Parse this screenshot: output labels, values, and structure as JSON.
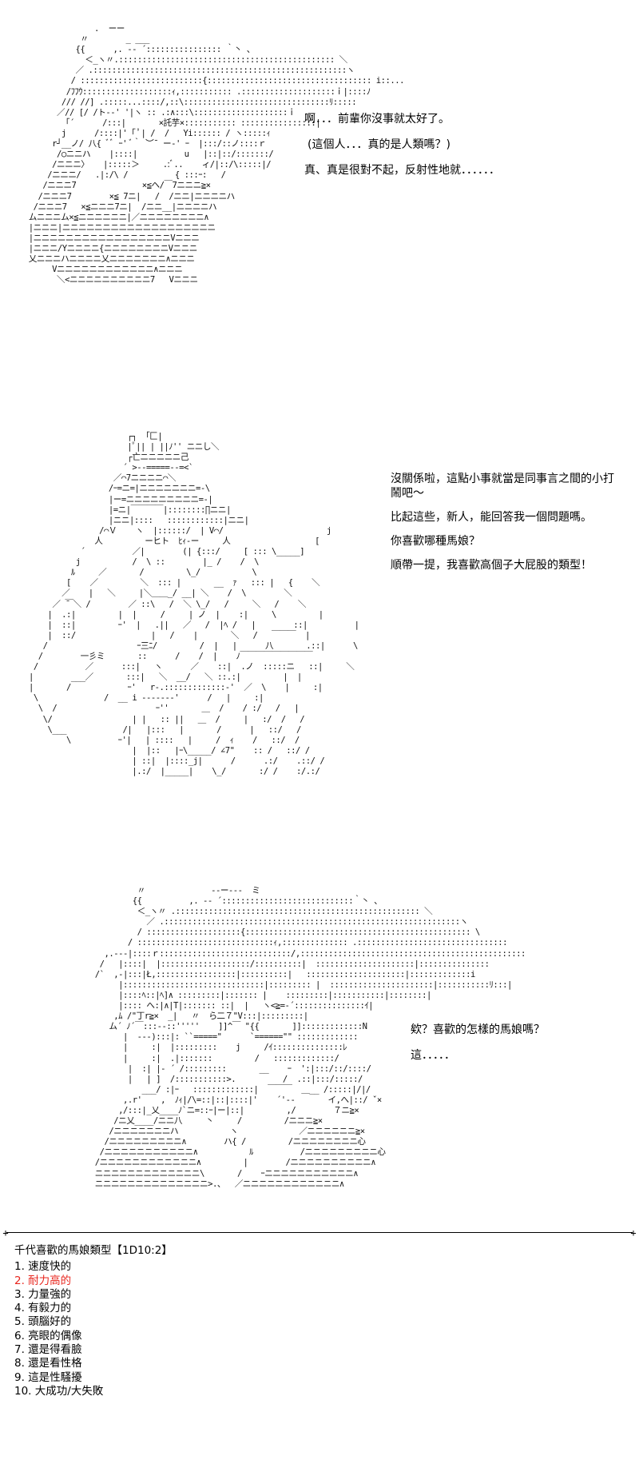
{
  "panel1": {
    "art": "                .  ーー\n             〃        _ ___\n            {{      ,. -‐ ´:::::::::::::::: ｀丶 、\n              ＜_ヽ〃.:::::::::::::::::::::::::::::::::::::::::::::: ＼\n            ／ .::::::::::::::::::::::::::::::::::::::::::::::::::::::ヽ\n           / ::::::::::::::::::::::::::{::::::::::::::::::::::::::::::::::: i::...\n          /ﾌﾌｳ:::::::::::::::::::ｨ,::::::::::: .::::::::::::::::::::ｉ|::::ﾉ\n         /// //] .:::::...::::/,::\\:::::::::::::::::::::::::::::::ﾘ:::::\n        ／// [/ /ト-‐' '|ヽ :: .:∧:::\\::::::::::::::::::::ｉ\n         「´      /:::|       ×託芋×::::::::::: ::::::::::::::::|\n         j      /::::|'「 ﾟ| /  /   Yi:::::: / ヽ:::::ｨ\n       r┘__ノ/ 八{ ﾞﾞ ｰ' ﾞ｀ ︶¯ ー‐' ｰ  |:::/::ノ::::ｒ\n        /○ニニハ    |::::|          u   |::|::/:::::::/\n       /ニニニ〉   |:::::＞     .:ﾞ..    ィ/|::/\\:::::|/\n      /ニニニ/   .|:/\\ /          { :::ｰ:   /\n     /ニニニ7              ×≦ヘ/￣7ニニニ≧×\n    /ニニニ7        ×≦ 7ニ|   /  /ニニ|ニニニニハ\n   /ニニニ7   ×≦ニニニ7ニ|  /ニニ__|ニニニニハ\n  ムニニニム×≦ニニニニニニ|／ニニニニニニニニ∧\n  |ニニニ|ニニニニニニニニニニニニニニニニニニニ\n  |ニニニニニニニニニニニニニニニニニVニニニ\n  |ニニニ/Yニニニニ{ニニニニニニニニVニニニ\n  乂ニニニハニニニニ乂ニニニニニニニ∧ニニニ\n       Vニニニニニニニニニニニニ∧ニニニ\n        ＼<ニニニニニニニニニニ7   Vニニニ",
    "lines": [
      "啊．．．前輩你沒事就太好了。",
      "(這個人．．．真的是人類嗎？)",
      "真、真是很對不起，反射性地就．．．．．．"
    ]
  },
  "panel2": {
    "art": "                     ┌┐ 「匚|\n                     |ﾟ|| | ||ﾉ'' ニニし＼\n                     ┌亡ニニニニニ己\n                    ´ >--=====--=<`\n                  ／⌒7ニニニニ⌒＼\n                 /ｰ=ニ=|ニニニニニニニ=-\\\n                 |ー=ニニニニニニニニニ=-|\n                 |=ニ|￣￣￣￣|::::::::∏ニニ|\n                 |ニニ|::::   ::::::::::::|ニニ|\n               /⌒Ｖ    ヽ  |::::::/  | V⌒/                      j\n              人         ーヒト  ﾋｨ‐ー     人                  [\n           ´          ／|        (| {:::/     [ ::: \\_____]\n          j           /  \\ ::        |_ /    /  \\\n         ﾙ     ／       /         \\_/           \\\n        [    ／         ＼  ::: |       __  ｧ   ::: |   {    ＼\n       ／    |   ＼     |＼＿＿_/ __| ＼    /  \\        ＼\n     ／ ̄￣＼ /        ／ ::\\   /  ＼ \\_/   /     ＼   /    ＼\n    |  .:|         |  |     /     | ノ  |    :|     \\         |\n    |  ::|         ｰ'  |   .||   ／   /  |ﾍ /   |        ::|          |\n    |  ::/                |   /    |       ＼   /   ￣￣￣  |\n   /                   ｰ三ﾆ/         /  |   |      八       .::|      \\\n  /        一彡ミ       ::      /    /  |    ﾉ￣￣￣￣￣￣￣￣￣\n /          ／      :::|   ヽ      ／    ::|  .ノ  :::::ニ   ::|     ＼\n|        ___／       :::|   ＼  __/   ＼ ::.:|         |  | \n|       /            ｰ'   r‐.:::::::::::::‐'  ／  \\    |     :|\n \\              /  __ i ‐‐‐‐-‐‐'      /   |     :|\n  \\  /                     ｰ''       ＿  /    / :/   /   |\n   \\/                 | |   :: ||   ＿  /     |   :/  /   /\n    \\___            /|   |:::   |       /      |   ::/   /\n        \\          ｰ'|   | ::::   |     /  ｨ    /   ::/  /\n                      |  |::   |ｰ\\_____/ ∠7\"    :: /   ::/ /\n                      | ::|  |::::_j|      /      .:/    .::/ /\n                      |.:/  |_____|    \\_/       :/ /    :/.:/",
    "lines": [
      "沒關係啦，這點小事就當是同事言之間的小打鬧吧～",
      "比起這些，新人，能回答我一個問題嗎。",
      "你喜歡哪種馬娘？",
      "順帶一提，我喜歡高個子大屁股的類型！"
    ]
  },
  "panel3": {
    "art": "                   〃              -‐ー‐‐-  ミ\n                  {{          ,. -‐ ´::::::::::::::::::::::::::::｀丶 、\n                   ＜_ヽ〃 .:::::::::::::::::::::::::::::::::::::::::::::::::::: ＼\n                     ／ .:::::::::::::::::::::::::::::::::::::::::::::::::::::::::::::::ヽ\n                   / ::::::::::::::::::::{:::::::::::::::::::::::::::::::::::::::::::::::: \\\n                 / :::::::::::::::::::::::::::::ｨ,:::::::::::::: .::::::::::::::::::::::::::::::::\n            ,.‐‐‐|::::ｒ::::::::::::::::::::::::::::/,::::::::::::::::::::::::::::::::::::::::::::::::\n           /   |::::|  |:::::::::::::::::::/::::::::::|  :::::::::::::::::::::|:::::::::::::::\n          /`  ,‐|:::|Ł,:::::::::::::::::|::::::::::|   :::::::::::::::::::::|:::::::::::::i\n               |::::::::::::::::::::::::::::::|::::::::: |  ::::::::::::::::::::::|:::::::::::ﾘ:::|\n               |::::ﾍ::|ﾍ]∧ :::::::::|::::::: |    :::::::::|:::::::::::|::::::::|\n               |:::: へ:|∧|T|::::::: ::|  |   ヽ<≧=-´:::::::::::::::ｲ|\n              ,ﾑ /\"丁r≧×  _|   〃  ら二７\"V:::|:::::::::|\n             ム´ ﾉ´￣:::-‐::'''''    ]]^￣ \"{{       ]]:::::::::::::N\n                |  ---):::|: ``=====\"      `======\"\" :::::::::::::\n                |     :|  |:::::::::    j     /ｲ:::::::::::::::ﾚ\n                |     :|  .|:::::::         /   :::::::::::::/\n                 |  :| |‐ ´ /:::::::::       __    ｰ  ':|:::/::/::::/\n                 |   | ]  /:::::::::::>.          /  .::|:::/:::::/\n                    ___/ :|ｰ   :::::::::::::|  ￣￣￣  ＿__ /:::::|/|/\n                ,.r'    ,  ﾉｨ|/\\=::|::|::::|'    ´'--       イ,へ|::/ ˇ×\n               ,/:::|_乂____ﾉ`ニ=::ｰ|ー|::|         ,/        ７ニ≧×\n              /ニ乂____/ニニ八     丶     /         /ニニニ≧×\n             /ニニニニニニニハ           ヽ             ／ニニニニニニ≧×\n            /ニニニニニニニニニ∧        ハ{ /         /ニニニニニニニニ心\n           /ニニニニニニニニニニニ∧           ﾙ          /ニニニニニニニニニ心\n          /ニニニニニニニニニニニニ∧         |        /ニニニニニニニニニニ∧\n          ニニニニニニニニニニニニニ\\       /    ｰニニニニニニニニニニニ∧\n          ニニニニニニニニニニニニニニ>.、  ／ニニニニニニニニニニニニ∧",
    "lines": [
      "欸？喜歡的怎樣的馬娘嗎？",
      "這．．．．．"
    ]
  },
  "poll": {
    "title": "千代喜歡的馬娘類型【1D10:2】",
    "options": [
      "1. 速度快的",
      "2. 耐力高的",
      "3. 力量強的",
      "4. 有毅力的",
      "5. 頭腦好的",
      "6. 亮眼的偶像",
      "7. 還是得看臉",
      "8. 還是看性格",
      "9. 這是性騷擾",
      "10. 大成功/大失敗"
    ],
    "highlight_color": "#e8251d"
  }
}
